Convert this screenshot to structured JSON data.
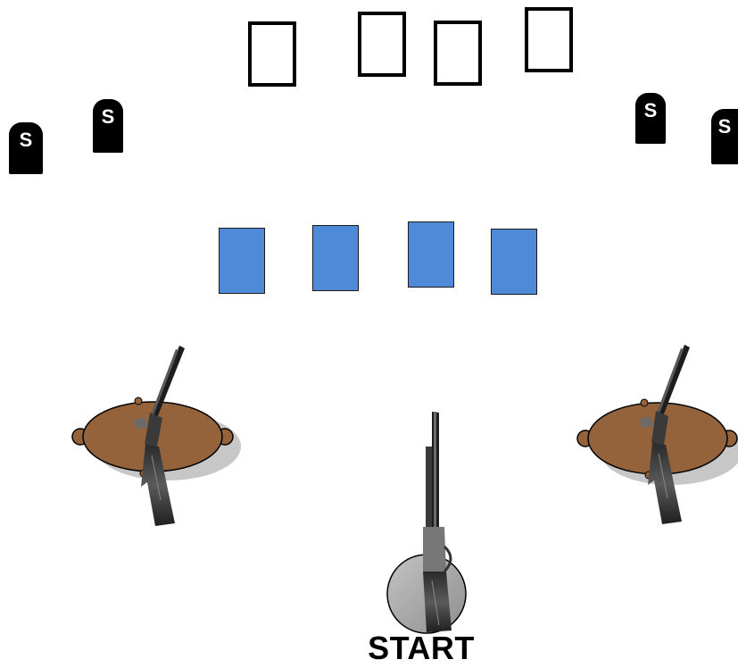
{
  "stage": {
    "start_label": "START",
    "plate_letter": "S"
  },
  "colors": {
    "background": "#ffffff",
    "blue_target": "#4f8ad8",
    "table_top": "#94633b",
    "table_shadow": "#bcbcbc",
    "start_circle": "#a8a8a8",
    "plate": "#000000"
  },
  "icons": {
    "outline_target": "paper-target-outline",
    "blue_target": "cardboard-target-blue",
    "steel_plate": "steel-plate-target",
    "table": "oval-wooden-table",
    "shotgun": "shotgun",
    "rifle": "lever-action-rifle",
    "start_position": "start-position-circle"
  }
}
